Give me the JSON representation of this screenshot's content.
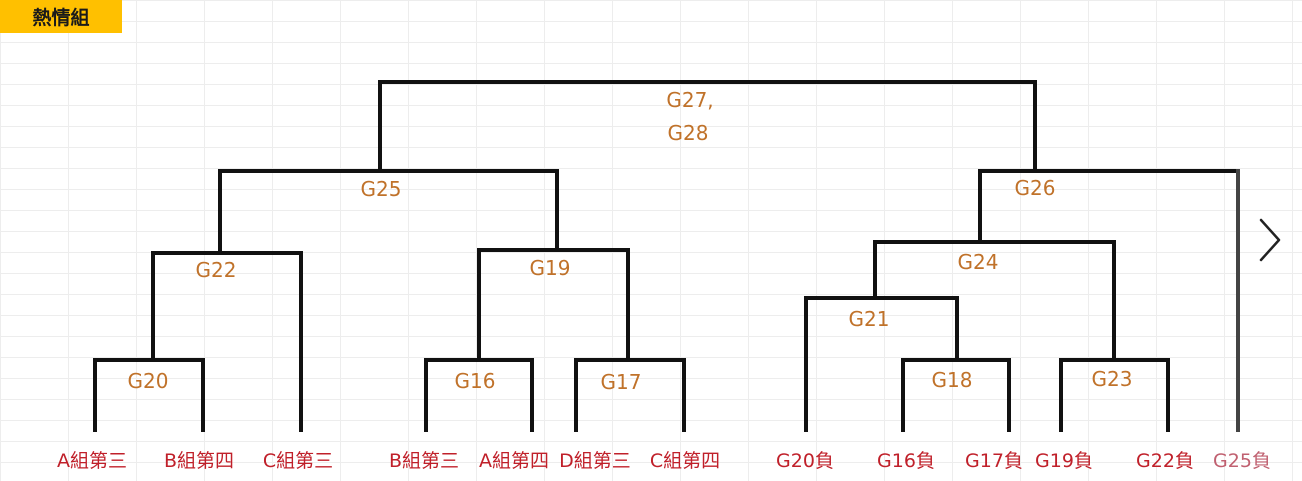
{
  "header": {
    "title": "熱情組"
  },
  "games": {
    "final": {
      "line1": "G27,",
      "line2": "G28"
    },
    "g25": "G25",
    "g26": "G26",
    "g22": "G22",
    "g19": "G19",
    "g24": "G24",
    "g21": "G21",
    "g20": "G20",
    "g16": "G16",
    "g17": "G17",
    "g18": "G18",
    "g23": "G23"
  },
  "teams": [
    "A組第三",
    "B組第四",
    "C組第三",
    "B組第三",
    "A組第四",
    "D組第三",
    "C組第四",
    "G20負",
    "G16負",
    "G17負",
    "G19負",
    "G22負",
    "G25負"
  ],
  "icons": {
    "next": "chevron-right-icon"
  },
  "colors": {
    "title_bg": "#ffc000",
    "game_label": "#c0722a",
    "team_label": "#c0202a",
    "line": "#111111"
  }
}
